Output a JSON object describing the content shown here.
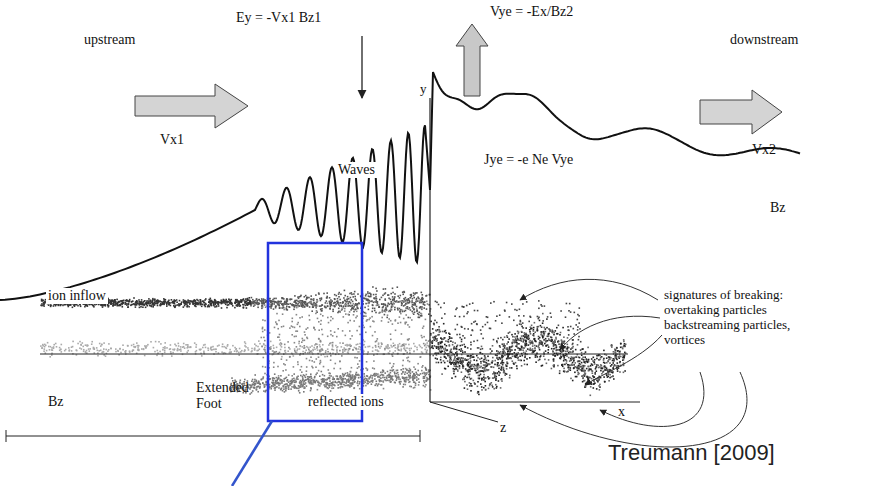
{
  "diagram": {
    "labels": [
      "upstream",
      "Ey = -Vx1 Bz1",
      "Vye = -Ex/Bz2",
      "downstream",
      "Vx1",
      "Waves",
      "y",
      "Jye = -e Ne Vye",
      "Vx2",
      "Bz",
      "ion inflow",
      "signatures of breaking: overtaking particles backstreaming particles, vortices",
      "Bz",
      "Extended Foot",
      "reflected ions",
      "x",
      "z",
      "Treumann [2009]"
    ]
  }
}
